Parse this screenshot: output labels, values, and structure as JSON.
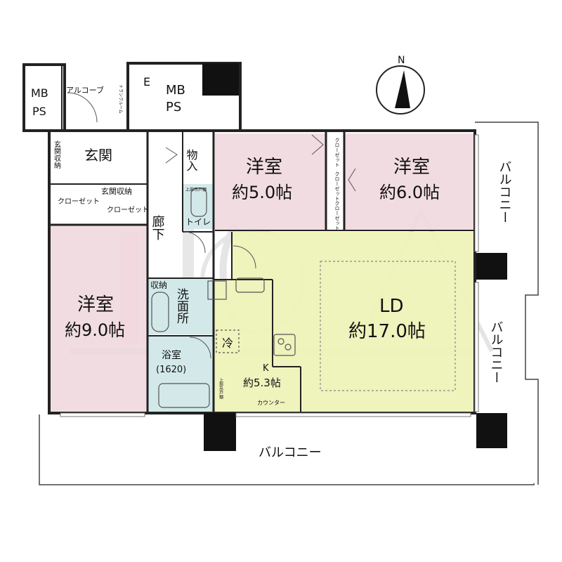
{
  "compass": {
    "label": "N"
  },
  "watermark": {
    "text": "IOA"
  },
  "rooms": {
    "bedroom_left": {
      "name": "洋室",
      "size": "約9.0帖"
    },
    "bedroom_mid": {
      "name": "洋室",
      "size": "約5.0帖"
    },
    "bedroom_right": {
      "name": "洋室",
      "size": "約6.0帖"
    },
    "ld": {
      "name": "LD",
      "size": "約17.0帖"
    },
    "kitchen": {
      "name": "K",
      "size": "約5.3帖"
    },
    "bath": {
      "name": "浴室",
      "size": "(1620)"
    }
  },
  "labels": {
    "mb_ps_left_1": "MB",
    "mb_ps_left_2": "PS",
    "mb_ps_right_1": "MB",
    "mb_ps_right_2": "PS",
    "e_box": "E",
    "alcove": "アルコーブ",
    "trunk_room": "トランクルーム",
    "genkan": "玄関",
    "genkan_storage_v": "玄関収納",
    "genkan_storage_h": "玄関収納",
    "closet_left": "クローゼット",
    "closet_mid": "クローゼット",
    "storeroom": "物入",
    "toilet": "トイレ",
    "toilet_cabinet": "上部吊戸棚",
    "corridor": "廊下",
    "storage": "収納",
    "washroom": "洗面所",
    "fridge": "冷",
    "upper_cabinet": "上部吊戸棚",
    "counter": "カウンター",
    "closet_r1": "クローゼット",
    "closet_r2": "クローゼット",
    "closet_r3": "クローゼット",
    "balcony_bottom": "バルコニー",
    "balcony_right_top": "バルコニー",
    "balcony_right_mid": "バルコニー"
  }
}
